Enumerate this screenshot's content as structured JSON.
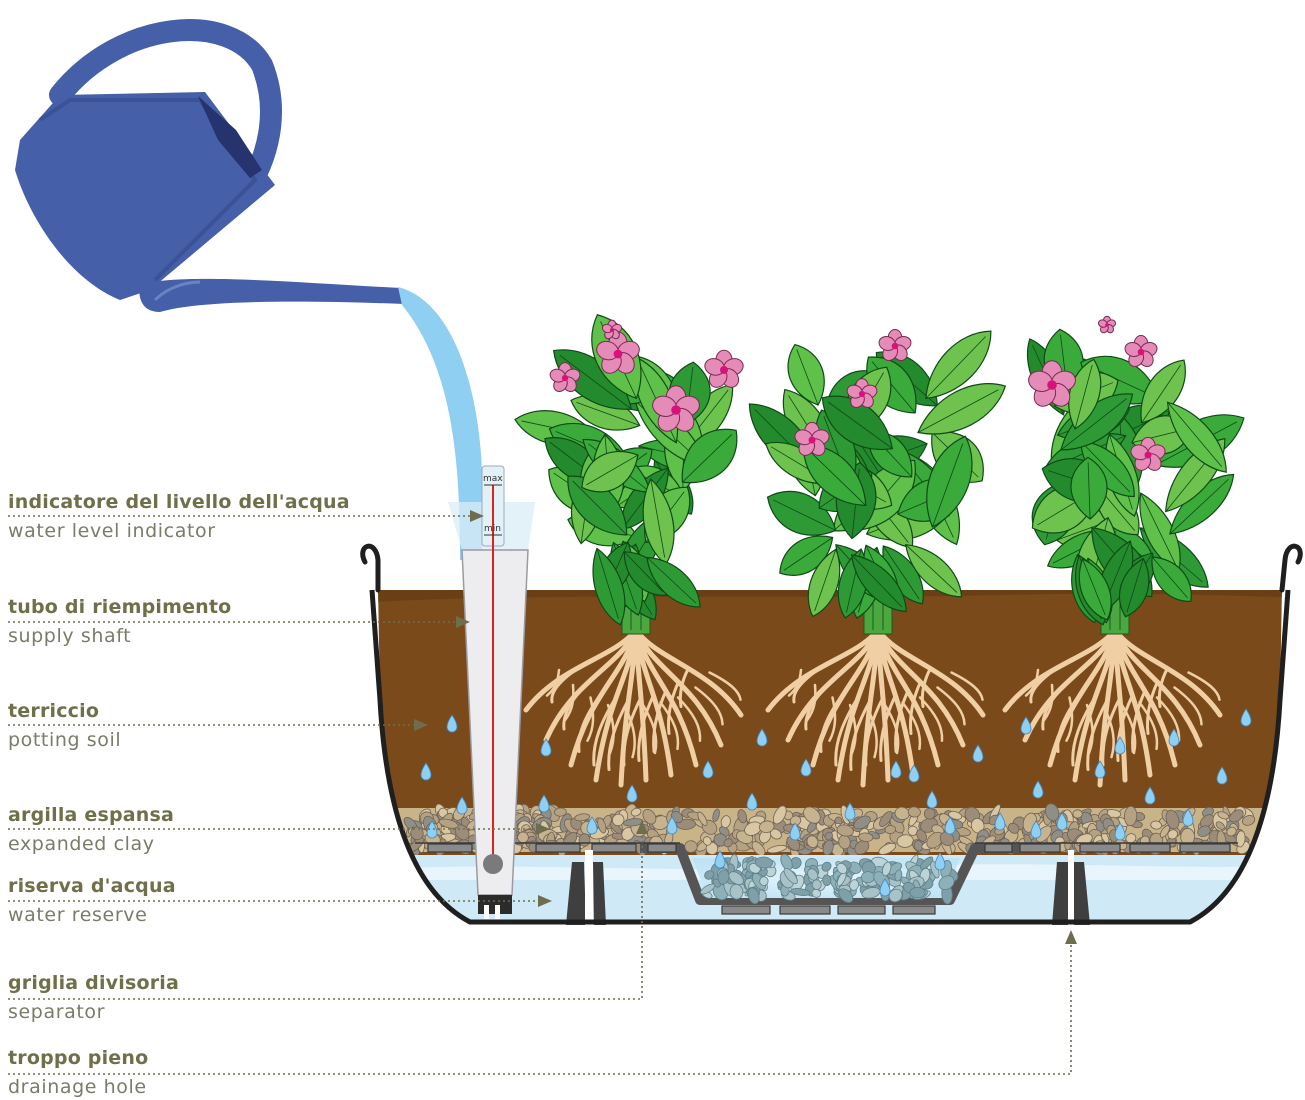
{
  "labels": [
    {
      "it": "indicatore del livello dell'acqua",
      "en": "water level indicator"
    },
    {
      "it": "tubo di riempimento",
      "en": "supply shaft"
    },
    {
      "it": "terriccio",
      "en": "potting soil"
    },
    {
      "it": "argilla espansa",
      "en": "expanded clay"
    },
    {
      "it": "riserva d'acqua",
      "en": "water reserve"
    },
    {
      "it": "griglia divisoria",
      "en": "separator"
    },
    {
      "it": "troppo pieno",
      "en": "drainage hole"
    }
  ],
  "gauge": {
    "max": "max",
    "min": "min"
  },
  "colors": {
    "watering_can": "#4560a8",
    "water_stream": "#8ecff2",
    "soil": "#7a4a1a",
    "pot_outline": "#1f1f1f",
    "reservoir": "#cfe9f7",
    "clay": "#c9b48a",
    "leaf": "#2e9a36",
    "flower": "#e48bb8",
    "root": "#f0cfa4",
    "indicator_line": "#e0221b",
    "leader_line": "#6e6e4e"
  },
  "icons": [
    "watering-can-icon",
    "plant-icon",
    "flower-icon",
    "water-drop-icon"
  ]
}
